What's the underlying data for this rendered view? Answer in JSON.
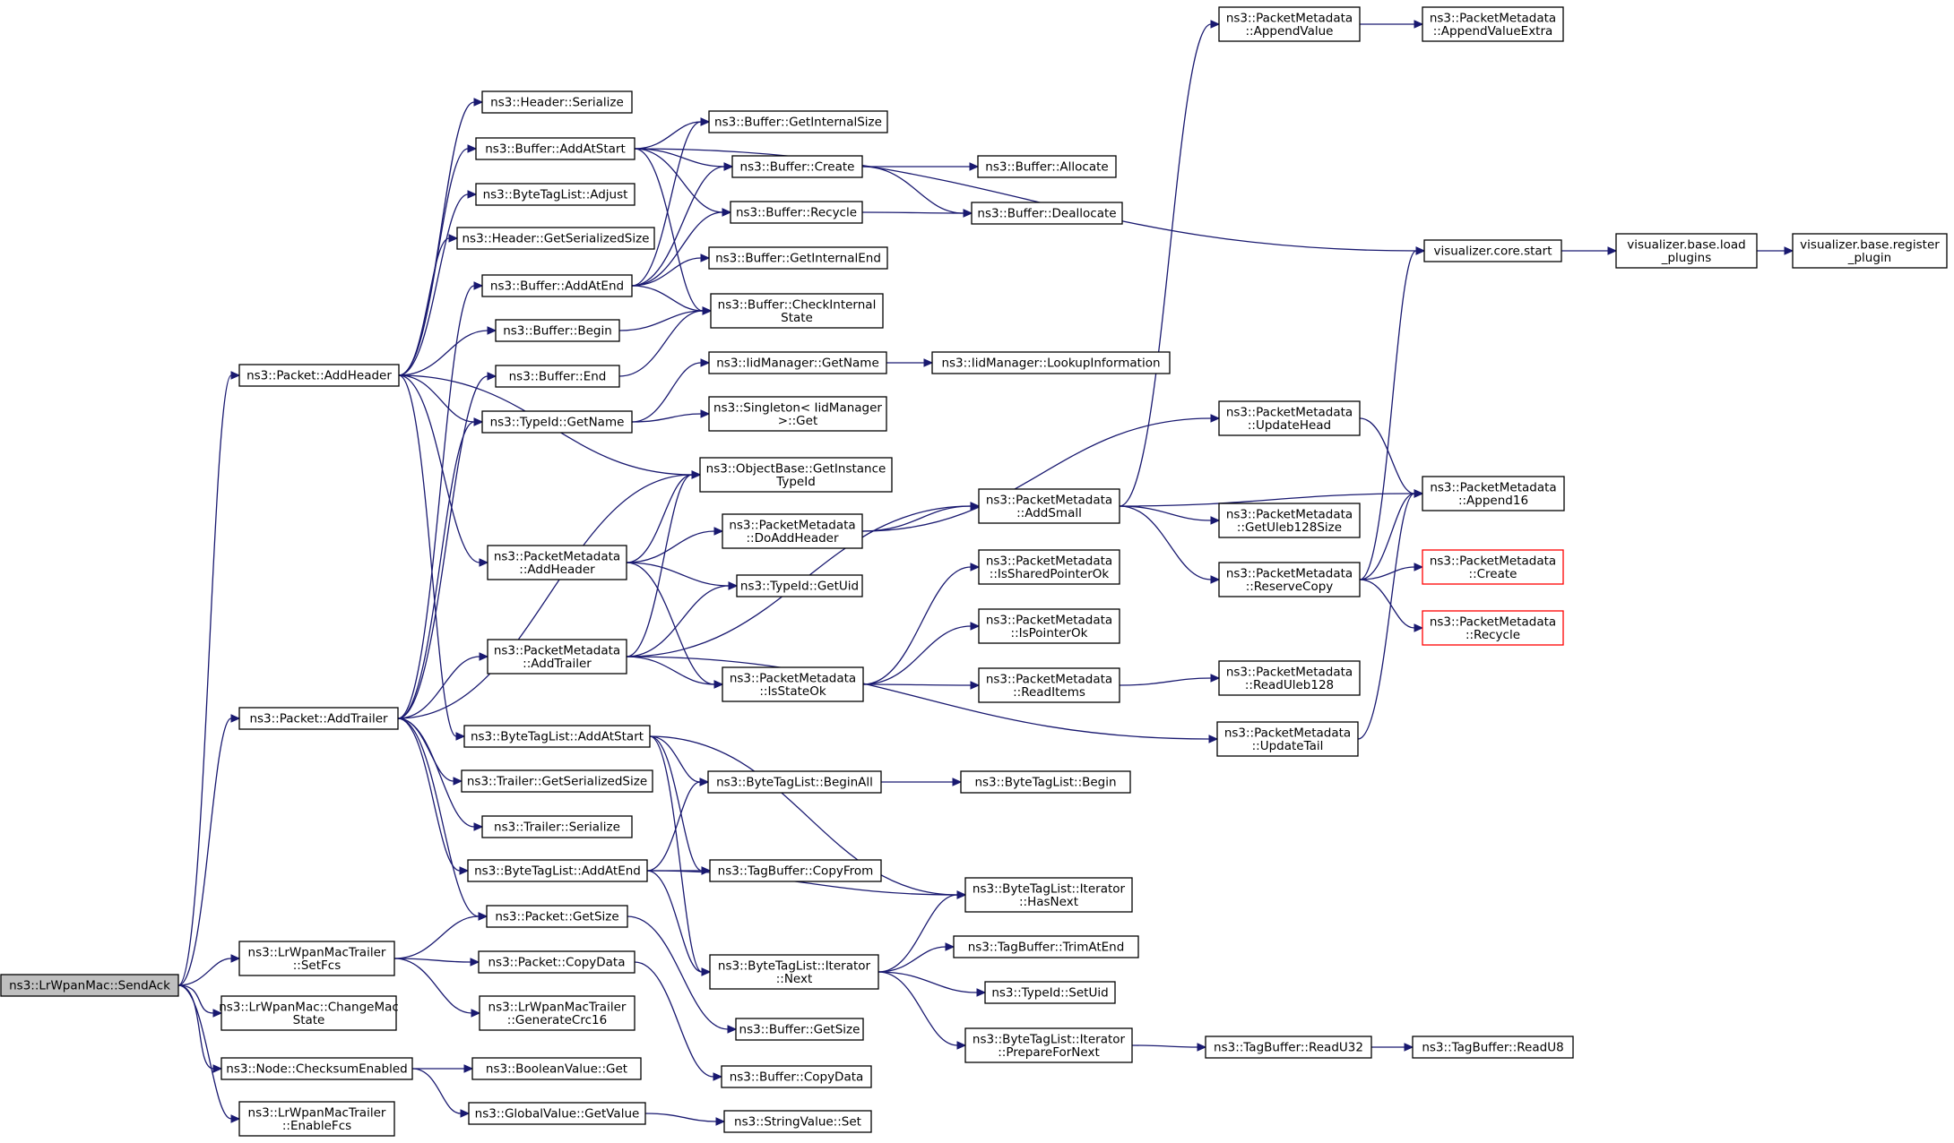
{
  "nodes": [
    {
      "id": "SendAck",
      "lines": [
        "ns3::LrWpanMac::SendAck"
      ],
      "style": "root"
    },
    {
      "id": "PacketAddHeader",
      "lines": [
        "ns3::Packet::AddHeader"
      ]
    },
    {
      "id": "PacketAddTrailer",
      "lines": [
        "ns3::Packet::AddTrailer"
      ]
    },
    {
      "id": "SetFcs",
      "lines": [
        "ns3::LrWpanMacTrailer",
        "::SetFcs"
      ]
    },
    {
      "id": "ChangeMacState",
      "lines": [
        "ns3::LrWpanMac::ChangeMac",
        "State"
      ]
    },
    {
      "id": "ChecksumEnabled",
      "lines": [
        "ns3::Node::ChecksumEnabled"
      ]
    },
    {
      "id": "EnableFcs",
      "lines": [
        "ns3::LrWpanMacTrailer",
        "::EnableFcs"
      ]
    },
    {
      "id": "HeaderSerialize",
      "lines": [
        "ns3::Header::Serialize"
      ]
    },
    {
      "id": "BufAddAtStart",
      "lines": [
        "ns3::Buffer::AddAtStart"
      ]
    },
    {
      "id": "BTLAdjust",
      "lines": [
        "ns3::ByteTagList::Adjust"
      ]
    },
    {
      "id": "HeaderGetSerSize",
      "lines": [
        "ns3::Header::GetSerializedSize"
      ]
    },
    {
      "id": "BufAddAtEnd",
      "lines": [
        "ns3::Buffer::AddAtEnd"
      ]
    },
    {
      "id": "BufBegin",
      "lines": [
        "ns3::Buffer::Begin"
      ]
    },
    {
      "id": "BufEnd",
      "lines": [
        "ns3::Buffer::End"
      ]
    },
    {
      "id": "TypeIdGetName",
      "lines": [
        "ns3::TypeId::GetName"
      ]
    },
    {
      "id": "PMAddHeader",
      "lines": [
        "ns3::PacketMetadata",
        "::AddHeader"
      ]
    },
    {
      "id": "PMAddTrailer",
      "lines": [
        "ns3::PacketMetadata",
        "::AddTrailer"
      ]
    },
    {
      "id": "BTLAddAtStart",
      "lines": [
        "ns3::ByteTagList::AddAtStart"
      ]
    },
    {
      "id": "TrailerGetSerSize",
      "lines": [
        "ns3::Trailer::GetSerializedSize"
      ]
    },
    {
      "id": "TrailerSerialize",
      "lines": [
        "ns3::Trailer::Serialize"
      ]
    },
    {
      "id": "BTLAddAtEnd",
      "lines": [
        "ns3::ByteTagList::AddAtEnd"
      ]
    },
    {
      "id": "PacketGetSize",
      "lines": [
        "ns3::Packet::GetSize"
      ]
    },
    {
      "id": "PacketCopyData",
      "lines": [
        "ns3::Packet::CopyData"
      ]
    },
    {
      "id": "GenerateCrc16",
      "lines": [
        "ns3::LrWpanMacTrailer",
        "::GenerateCrc16"
      ]
    },
    {
      "id": "BooleanGet",
      "lines": [
        "ns3::BooleanValue::Get"
      ]
    },
    {
      "id": "GlobalGetValue",
      "lines": [
        "ns3::GlobalValue::GetValue"
      ]
    },
    {
      "id": "BufGetInternalSize",
      "lines": [
        "ns3::Buffer::GetInternalSize"
      ]
    },
    {
      "id": "BufCreate",
      "lines": [
        "ns3::Buffer::Create"
      ]
    },
    {
      "id": "BufRecycle",
      "lines": [
        "ns3::Buffer::Recycle"
      ]
    },
    {
      "id": "BufGetInternalEnd",
      "lines": [
        "ns3::Buffer::GetInternalEnd"
      ]
    },
    {
      "id": "BufCheckInternalState",
      "lines": [
        "ns3::Buffer::CheckInternal",
        "State"
      ]
    },
    {
      "id": "IidGetName",
      "lines": [
        "ns3::IidManager::GetName"
      ]
    },
    {
      "id": "SingletonGet",
      "lines": [
        "ns3::Singleton< IidManager",
        ">::Get"
      ]
    },
    {
      "id": "ObjGetInstanceTypeId",
      "lines": [
        "ns3::ObjectBase::GetInstance",
        "TypeId"
      ]
    },
    {
      "id": "PMDoAddHeader",
      "lines": [
        "ns3::PacketMetadata",
        "::DoAddHeader"
      ]
    },
    {
      "id": "TypeIdGetUid",
      "lines": [
        "ns3::TypeId::GetUid"
      ]
    },
    {
      "id": "PMIsStateOk",
      "lines": [
        "ns3::PacketMetadata",
        "::IsStateOk"
      ]
    },
    {
      "id": "BTLBeginAll",
      "lines": [
        "ns3::ByteTagList::BeginAll"
      ]
    },
    {
      "id": "TagBufCopyFrom",
      "lines": [
        "ns3::TagBuffer::CopyFrom"
      ]
    },
    {
      "id": "BTLIterNext",
      "lines": [
        "ns3::ByteTagList::Iterator",
        "::Next"
      ]
    },
    {
      "id": "BufGetSize",
      "lines": [
        "ns3::Buffer::GetSize"
      ]
    },
    {
      "id": "BufCopyData",
      "lines": [
        "ns3::Buffer::CopyData"
      ]
    },
    {
      "id": "StringSet",
      "lines": [
        "ns3::StringValue::Set"
      ]
    },
    {
      "id": "BufAllocate",
      "lines": [
        "ns3::Buffer::Allocate"
      ]
    },
    {
      "id": "BufDeallocate",
      "lines": [
        "ns3::Buffer::Deallocate"
      ]
    },
    {
      "id": "IidLookup",
      "lines": [
        "ns3::IidManager::LookupInformation"
      ]
    },
    {
      "id": "PMAddSmall",
      "lines": [
        "ns3::PacketMetadata",
        "::AddSmall"
      ]
    },
    {
      "id": "PMIsSharedPointerOk",
      "lines": [
        "ns3::PacketMetadata",
        "::IsSharedPointerOk"
      ]
    },
    {
      "id": "PMIsPointerOk",
      "lines": [
        "ns3::PacketMetadata",
        "::IsPointerOk"
      ]
    },
    {
      "id": "PMReadItems",
      "lines": [
        "ns3::PacketMetadata",
        "::ReadItems"
      ]
    },
    {
      "id": "PMUpdateTail",
      "lines": [
        "ns3::PacketMetadata",
        "::UpdateTail"
      ]
    },
    {
      "id": "BTLBegin",
      "lines": [
        "ns3::ByteTagList::Begin"
      ]
    },
    {
      "id": "BTLIterHasNext",
      "lines": [
        "ns3::ByteTagList::Iterator",
        "::HasNext"
      ]
    },
    {
      "id": "TagBufTrimAtEnd",
      "lines": [
        "ns3::TagBuffer::TrimAtEnd"
      ]
    },
    {
      "id": "TypeIdSetUid",
      "lines": [
        "ns3::TypeId::SetUid"
      ]
    },
    {
      "id": "BTLIterPrepare",
      "lines": [
        "ns3::ByteTagList::Iterator",
        "::PrepareForNext"
      ]
    },
    {
      "id": "PMAppendValue",
      "lines": [
        "ns3::PacketMetadata",
        "::AppendValue"
      ]
    },
    {
      "id": "PMUpdateHead",
      "lines": [
        "ns3::PacketMetadata",
        "::UpdateHead"
      ]
    },
    {
      "id": "PMGetUleb128Size",
      "lines": [
        "ns3::PacketMetadata",
        "::GetUleb128Size"
      ]
    },
    {
      "id": "PMReserveCopy",
      "lines": [
        "ns3::PacketMetadata",
        "::ReserveCopy"
      ]
    },
    {
      "id": "PMReadUleb128",
      "lines": [
        "ns3::PacketMetadata",
        "::ReadUleb128"
      ]
    },
    {
      "id": "TagBufReadU32",
      "lines": [
        "ns3::TagBuffer::ReadU32"
      ]
    },
    {
      "id": "PMAppendValueExtra",
      "lines": [
        "ns3::PacketMetadata",
        "::AppendValueExtra"
      ]
    },
    {
      "id": "VisCoreStart",
      "lines": [
        "visualizer.core.start"
      ]
    },
    {
      "id": "PMAppend16",
      "lines": [
        "ns3::PacketMetadata",
        "::Append16"
      ]
    },
    {
      "id": "PMCreate",
      "lines": [
        "ns3::PacketMetadata",
        "::Create"
      ],
      "style": "red"
    },
    {
      "id": "PMRecycle",
      "lines": [
        "ns3::PacketMetadata",
        "::Recycle"
      ],
      "style": "red"
    },
    {
      "id": "TagBufReadU8",
      "lines": [
        "ns3::TagBuffer::ReadU8"
      ]
    },
    {
      "id": "VisLoadPlugins",
      "lines": [
        "visualizer.base.load",
        "_plugins"
      ]
    },
    {
      "id": "VisRegisterPlugin",
      "lines": [
        "visualizer.base.register",
        "_plugin"
      ]
    }
  ],
  "edges": [
    [
      "SendAck",
      "PacketAddHeader"
    ],
    [
      "SendAck",
      "PacketAddTrailer"
    ],
    [
      "SendAck",
      "SetFcs"
    ],
    [
      "SendAck",
      "ChangeMacState"
    ],
    [
      "SendAck",
      "ChecksumEnabled"
    ],
    [
      "SendAck",
      "EnableFcs"
    ],
    [
      "PacketAddHeader",
      "HeaderSerialize"
    ],
    [
      "PacketAddHeader",
      "BufAddAtStart"
    ],
    [
      "PacketAddHeader",
      "BTLAdjust"
    ],
    [
      "PacketAddHeader",
      "HeaderGetSerSize"
    ],
    [
      "PacketAddHeader",
      "BufBegin"
    ],
    [
      "PacketAddHeader",
      "TypeIdGetName"
    ],
    [
      "PacketAddHeader",
      "ObjGetInstanceTypeId"
    ],
    [
      "PacketAddHeader",
      "PMAddHeader"
    ],
    [
      "PacketAddHeader",
      "BTLAddAtStart"
    ],
    [
      "PacketAddTrailer",
      "BufAddAtEnd"
    ],
    [
      "PacketAddTrailer",
      "BufEnd"
    ],
    [
      "PacketAddTrailer",
      "TypeIdGetName"
    ],
    [
      "PacketAddTrailer",
      "ObjGetInstanceTypeId"
    ],
    [
      "PacketAddTrailer",
      "PMAddTrailer"
    ],
    [
      "PacketAddTrailer",
      "TrailerGetSerSize"
    ],
    [
      "PacketAddTrailer",
      "TrailerSerialize"
    ],
    [
      "PacketAddTrailer",
      "BTLAddAtEnd"
    ],
    [
      "PacketAddTrailer",
      "PacketGetSize"
    ],
    [
      "BufAddAtStart",
      "VisCoreStart"
    ],
    [
      "BufAddAtStart",
      "BufGetInternalSize"
    ],
    [
      "BufAddAtStart",
      "BufCreate"
    ],
    [
      "BufAddAtStart",
      "BufRecycle"
    ],
    [
      "BufAddAtStart",
      "BufCheckInternalState"
    ],
    [
      "BufAddAtEnd",
      "BufGetInternalSize"
    ],
    [
      "BufAddAtEnd",
      "BufCreate"
    ],
    [
      "BufAddAtEnd",
      "BufRecycle"
    ],
    [
      "BufAddAtEnd",
      "BufGetInternalEnd"
    ],
    [
      "BufAddAtEnd",
      "BufCheckInternalState"
    ],
    [
      "BufBegin",
      "BufCheckInternalState"
    ],
    [
      "BufEnd",
      "BufCheckInternalState"
    ],
    [
      "BufCreate",
      "BufAllocate"
    ],
    [
      "BufCreate",
      "BufDeallocate"
    ],
    [
      "BufRecycle",
      "BufDeallocate"
    ],
    [
      "TypeIdGetName",
      "IidGetName"
    ],
    [
      "TypeIdGetName",
      "SingletonGet"
    ],
    [
      "IidGetName",
      "IidLookup"
    ],
    [
      "PMAddHeader",
      "ObjGetInstanceTypeId"
    ],
    [
      "PMAddHeader",
      "PMDoAddHeader"
    ],
    [
      "PMAddHeader",
      "TypeIdGetUid"
    ],
    [
      "PMAddHeader",
      "PMIsStateOk"
    ],
    [
      "PMAddTrailer",
      "ObjGetInstanceTypeId"
    ],
    [
      "PMAddTrailer",
      "TypeIdGetUid"
    ],
    [
      "PMAddTrailer",
      "PMAddSmall"
    ],
    [
      "PMAddTrailer",
      "PMIsStateOk"
    ],
    [
      "PMAddTrailer",
      "PMUpdateTail"
    ],
    [
      "PMDoAddHeader",
      "PMUpdateHead"
    ],
    [
      "PMDoAddHeader",
      "PMAddSmall"
    ],
    [
      "PMAddSmall",
      "PMAppendValue"
    ],
    [
      "PMAddSmall",
      "PMAppend16"
    ],
    [
      "PMAddSmall",
      "PMGetUleb128Size"
    ],
    [
      "PMAddSmall",
      "PMReserveCopy"
    ],
    [
      "PMAppendValue",
      "PMAppendValueExtra"
    ],
    [
      "PMUpdateHead",
      "PMAppend16"
    ],
    [
      "PMUpdateTail",
      "PMAppend16"
    ],
    [
      "PMReserveCopy",
      "VisCoreStart"
    ],
    [
      "PMReserveCopy",
      "PMAppend16"
    ],
    [
      "PMReserveCopy",
      "PMCreate"
    ],
    [
      "PMReserveCopy",
      "PMRecycle"
    ],
    [
      "PMIsStateOk",
      "PMIsSharedPointerOk"
    ],
    [
      "PMIsStateOk",
      "PMIsPointerOk"
    ],
    [
      "PMIsStateOk",
      "PMReadItems"
    ],
    [
      "PMReadItems",
      "PMReadUleb128"
    ],
    [
      "VisCoreStart",
      "VisLoadPlugins"
    ],
    [
      "VisLoadPlugins",
      "VisRegisterPlugin"
    ],
    [
      "BTLAddAtStart",
      "BTLBeginAll"
    ],
    [
      "BTLAddAtStart",
      "TagBufCopyFrom"
    ],
    [
      "BTLAddAtStart",
      "BTLIterHasNext"
    ],
    [
      "BTLAddAtStart",
      "BTLIterNext"
    ],
    [
      "BTLAddAtEnd",
      "BTLBeginAll"
    ],
    [
      "BTLAddAtEnd",
      "TagBufCopyFrom"
    ],
    [
      "BTLAddAtEnd",
      "BTLIterHasNext"
    ],
    [
      "BTLAddAtEnd",
      "BTLIterNext"
    ],
    [
      "BTLBeginAll",
      "BTLBegin"
    ],
    [
      "BTLIterNext",
      "BTLIterHasNext"
    ],
    [
      "BTLIterNext",
      "TagBufTrimAtEnd"
    ],
    [
      "BTLIterNext",
      "TypeIdSetUid"
    ],
    [
      "BTLIterNext",
      "BTLIterPrepare"
    ],
    [
      "BTLIterPrepare",
      "TagBufReadU32"
    ],
    [
      "TagBufReadU32",
      "TagBufReadU8"
    ],
    [
      "PacketGetSize",
      "BufGetSize"
    ],
    [
      "PacketCopyData",
      "BufCopyData"
    ],
    [
      "SetFcs",
      "PacketGetSize"
    ],
    [
      "SetFcs",
      "PacketCopyData"
    ],
    [
      "SetFcs",
      "GenerateCrc16"
    ],
    [
      "ChecksumEnabled",
      "BooleanGet"
    ],
    [
      "ChecksumEnabled",
      "GlobalGetValue"
    ],
    [
      "GlobalGetValue",
      "StringSet"
    ]
  ]
}
